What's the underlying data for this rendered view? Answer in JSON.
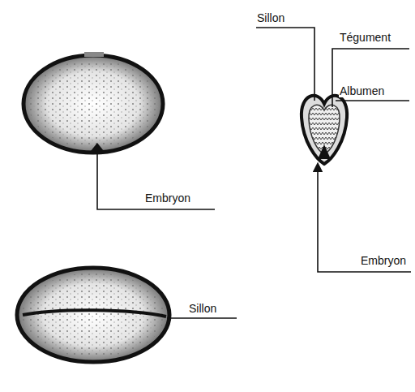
{
  "diagram": {
    "labels": [
      "Sillon",
      "Tégument",
      "Albumen",
      "Embryon",
      "Embryon",
      "Sillon"
    ]
  }
}
